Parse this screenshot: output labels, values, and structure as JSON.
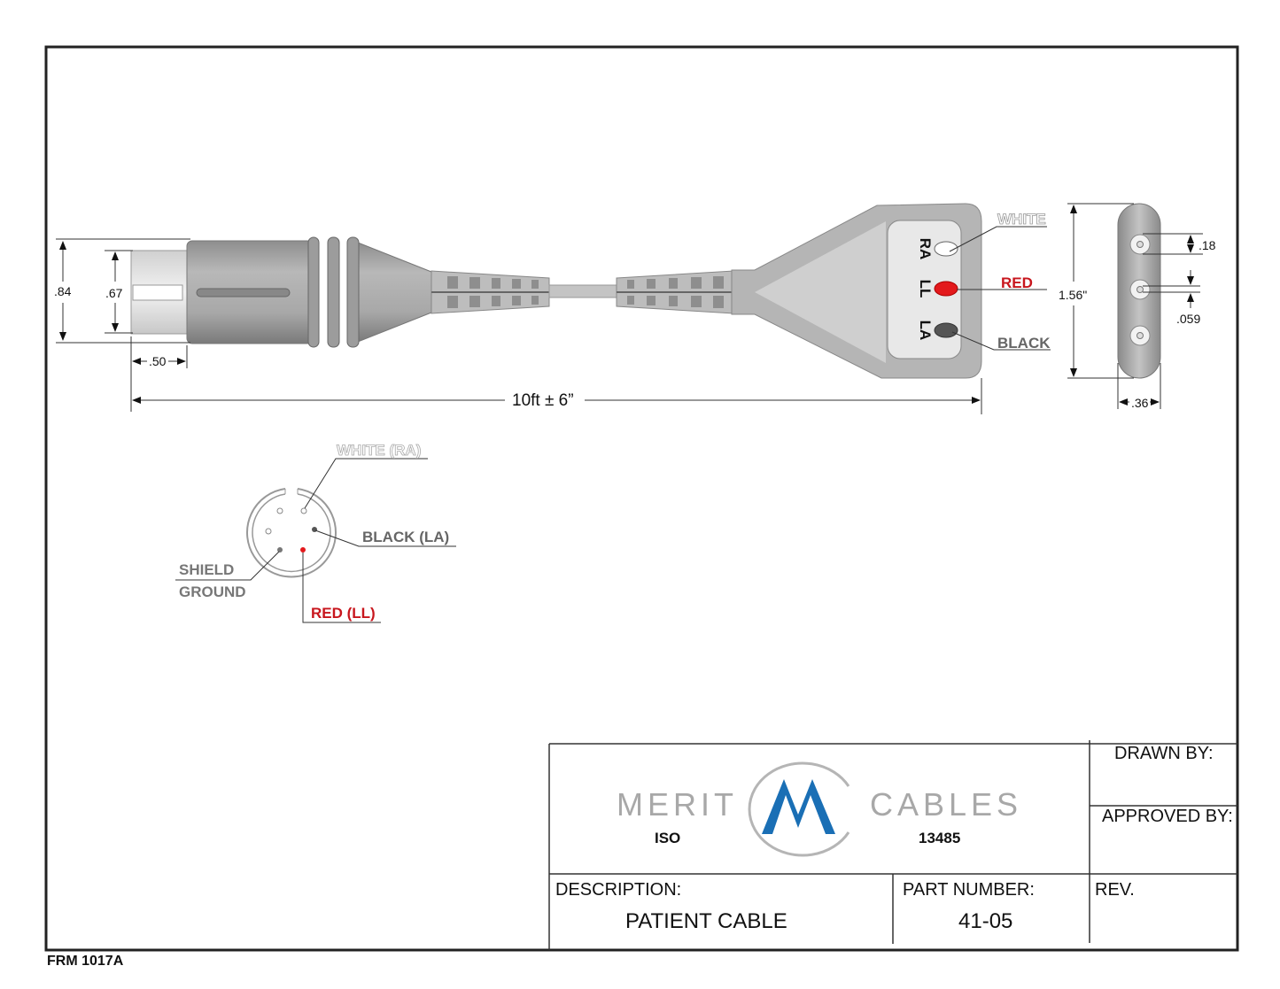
{
  "drawing": {
    "overall_length": "10ft ± 6”",
    "dims": {
      "connector_od": ".84",
      "shell_od": ".67",
      "shell_length": ".50",
      "yoke_height": "1.56\"",
      "yoke_width": ".36",
      "socket_dia": ".18",
      "pin_dia": ".059"
    },
    "yoke_leads": [
      {
        "position": "RA",
        "color_name": "WHITE",
        "color": "#ffffff"
      },
      {
        "position": "LL",
        "color_name": "RED",
        "color": "#e3191c"
      },
      {
        "position": "LA",
        "color_name": "BLACK",
        "color": "#555555"
      }
    ],
    "pinout": {
      "white": "WHITE (RA)",
      "black": "BLACK (LA)",
      "red": "RED (LL)",
      "shield_line1": "SHIELD",
      "shield_line2": "GROUND"
    }
  },
  "title_block": {
    "logo_left": "MERIT",
    "logo_right": "CABLES",
    "logo_letter": "M",
    "iso_left": "ISO",
    "iso_right": "13485",
    "drawn_by_label": "DRAWN BY:",
    "approved_by_label": "APPROVED BY:",
    "description_label": "DESCRIPTION:",
    "description_value": "PATIENT CABLE",
    "part_number_label": "PART NUMBER:",
    "part_number_value": "41-05",
    "rev_label": "REV.",
    "brand_blue": "#1a6fb5"
  },
  "form_number": "FRM 1017A"
}
